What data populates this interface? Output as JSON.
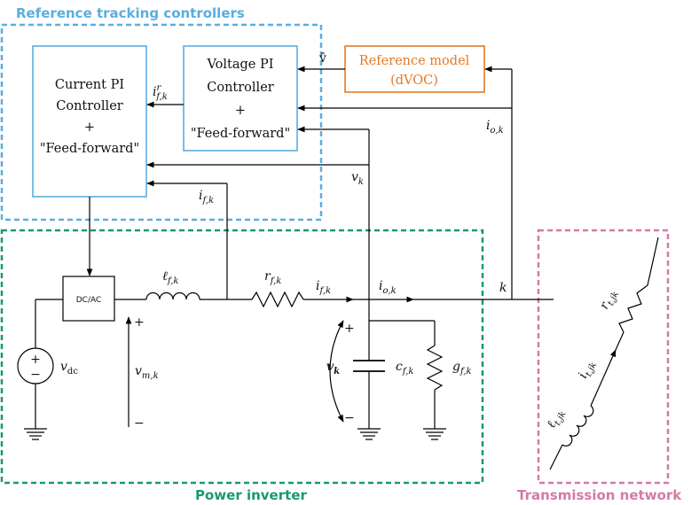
{
  "groups": {
    "reference_tracking": {
      "title": "Reference tracking controllers",
      "color": "#5aaee0"
    },
    "power_inverter": {
      "title": "Power inverter",
      "color": "#1a9a6c"
    },
    "transmission_network": {
      "title": "Transmission network",
      "color": "#d47aa8"
    }
  },
  "blocks": {
    "current_pi": {
      "lines": [
        "Current PI",
        "Controller",
        "+",
        "\"Feed-forward\""
      ],
      "color": "#5aaee0"
    },
    "voltage_pi": {
      "lines": [
        "Voltage PI",
        "Controller",
        "+",
        "\"Feed-forward\""
      ],
      "color": "#5aaee0"
    },
    "reference_model": {
      "lines": [
        "Reference model",
        "(dVOC)"
      ],
      "color": "#e07b2a"
    },
    "dcac": {
      "label": "DC/AC"
    }
  },
  "signals": {
    "v_hat": "v̂",
    "i_ref": "i",
    "i_ref_sup": "r",
    "i_ref_sub": "f,k",
    "i_o": "i",
    "i_o_sub": "o,k",
    "v_k_feedback": "v",
    "v_k_feedback_sub": "k",
    "i_f_feedback": "i",
    "i_f_feedback_sub": "f,k"
  },
  "components": {
    "vdc": "v",
    "vdc_sub": "dc",
    "l_f": "ℓ",
    "l_f_sub": "f,k",
    "r_f": "r",
    "r_f_sub": "f,k",
    "i_f_line": "i",
    "i_f_line_sub": "f,k",
    "i_o_line": "i",
    "i_o_line_sub": "o,k",
    "node_k": "k",
    "v_m": "v",
    "v_m_sub": "m,k",
    "v_k_cap": "v",
    "v_k_cap_sub": "k",
    "c_f": "c",
    "c_f_sub": "f,k",
    "g_f": "g",
    "g_f_sub": "f,k",
    "plus": "+",
    "minus": "−",
    "l_t": "ℓ",
    "l_t_sub": "t,jk",
    "i_t": "i",
    "i_t_sub": "t,jk",
    "r_t": "r",
    "r_t_sub": "t,jk"
  }
}
